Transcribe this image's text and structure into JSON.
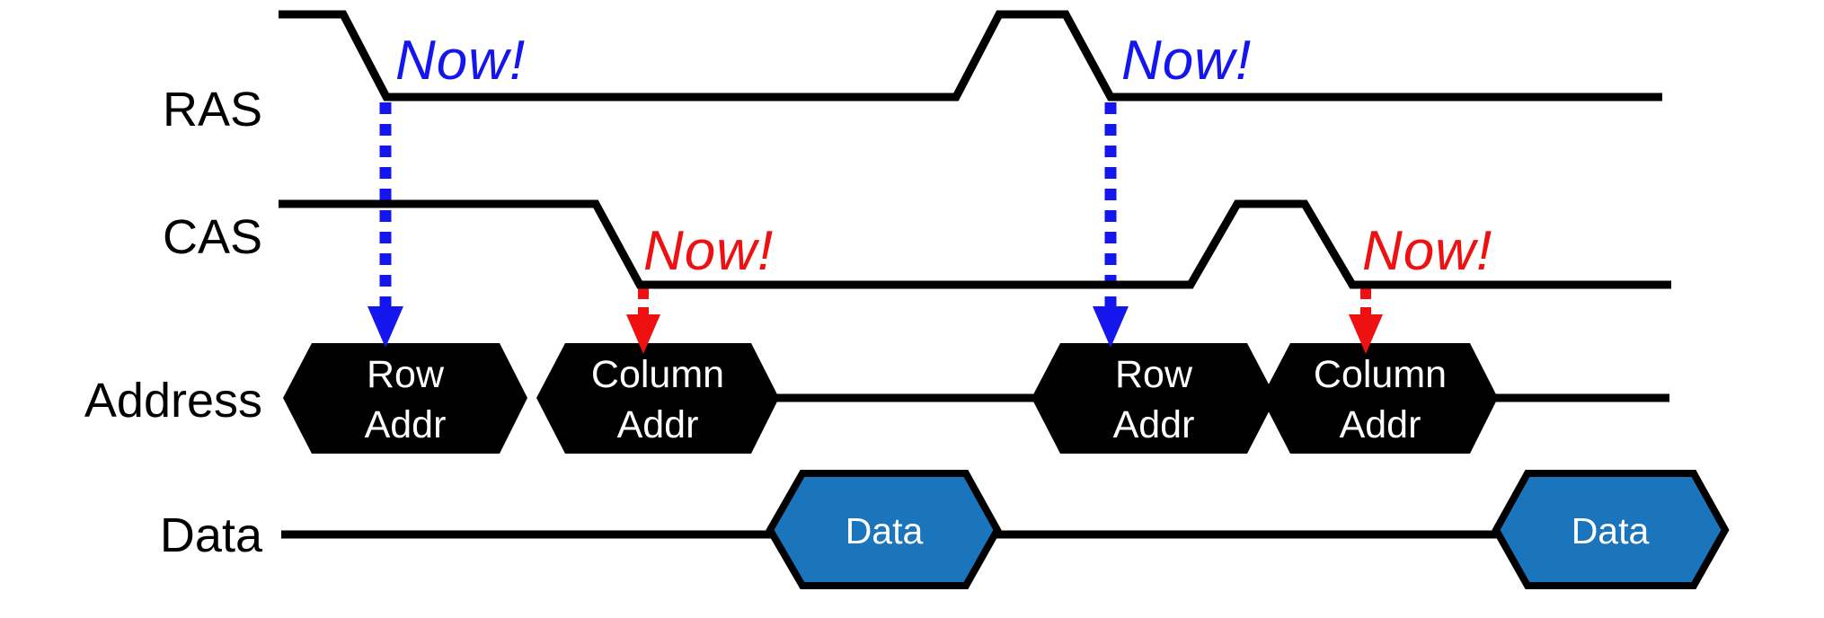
{
  "colors": {
    "background": "#ffffff",
    "line_black": "#000000",
    "arrow_blue": "#1515ee",
    "arrow_red": "#ee1111",
    "bus_fill_black": "#000000",
    "bus_fill_blue": "#1b75bc",
    "bus_text_white": "#ffffff"
  },
  "signals": {
    "ras": {
      "label": "RAS"
    },
    "cas": {
      "label": "CAS"
    },
    "address": {
      "label": "Address"
    },
    "data": {
      "label": "Data"
    }
  },
  "annotations": {
    "ras_now_1": {
      "text": "Now!"
    },
    "ras_now_2": {
      "text": "Now!"
    },
    "cas_now_1": {
      "text": "Now!"
    },
    "cas_now_2": {
      "text": "Now!"
    }
  },
  "address_bus": [
    {
      "line1": "Row",
      "line2": "Addr"
    },
    {
      "line1": "Column",
      "line2": "Addr"
    },
    {
      "line1": "Row",
      "line2": "Addr"
    },
    {
      "line1": "Column",
      "line2": "Addr"
    }
  ],
  "data_bus": [
    {
      "label": "Data"
    },
    {
      "label": "Data"
    }
  ]
}
